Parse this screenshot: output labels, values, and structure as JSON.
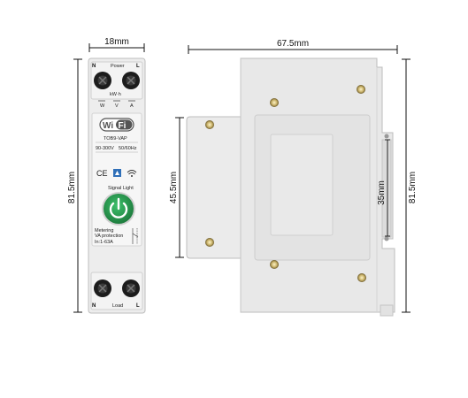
{
  "dimensions": {
    "front_width": "18mm",
    "side_width": "67.5mm",
    "front_height": "81.5mm",
    "side_height_left": "45.5mm",
    "rail_height": "35mm",
    "side_height_right": "81.5mm"
  },
  "device": {
    "top_left_terminal": "N",
    "top_label": "Power",
    "top_right_terminal": "L",
    "meter_label": "kW·h",
    "meter_markers": [
      "W",
      "V",
      "A"
    ],
    "wifi_logo_left": "Wi",
    "wifi_logo_right": "Fi",
    "model": "TOB9-VAP",
    "voltage": "90-300V",
    "frequency": "50/60Hz",
    "ce_mark": "CE",
    "signal_label": "Signal Light",
    "feature_1": "Metering",
    "feature_2": "VA protection",
    "rating": "In:1-63A",
    "bottom_left_terminal": "N",
    "bottom_label": "Load",
    "bottom_right_terminal": "L"
  },
  "colors": {
    "power_button_green": "#2a9a4f",
    "housing": "#ececec",
    "terminal": "#1c1c1c"
  }
}
